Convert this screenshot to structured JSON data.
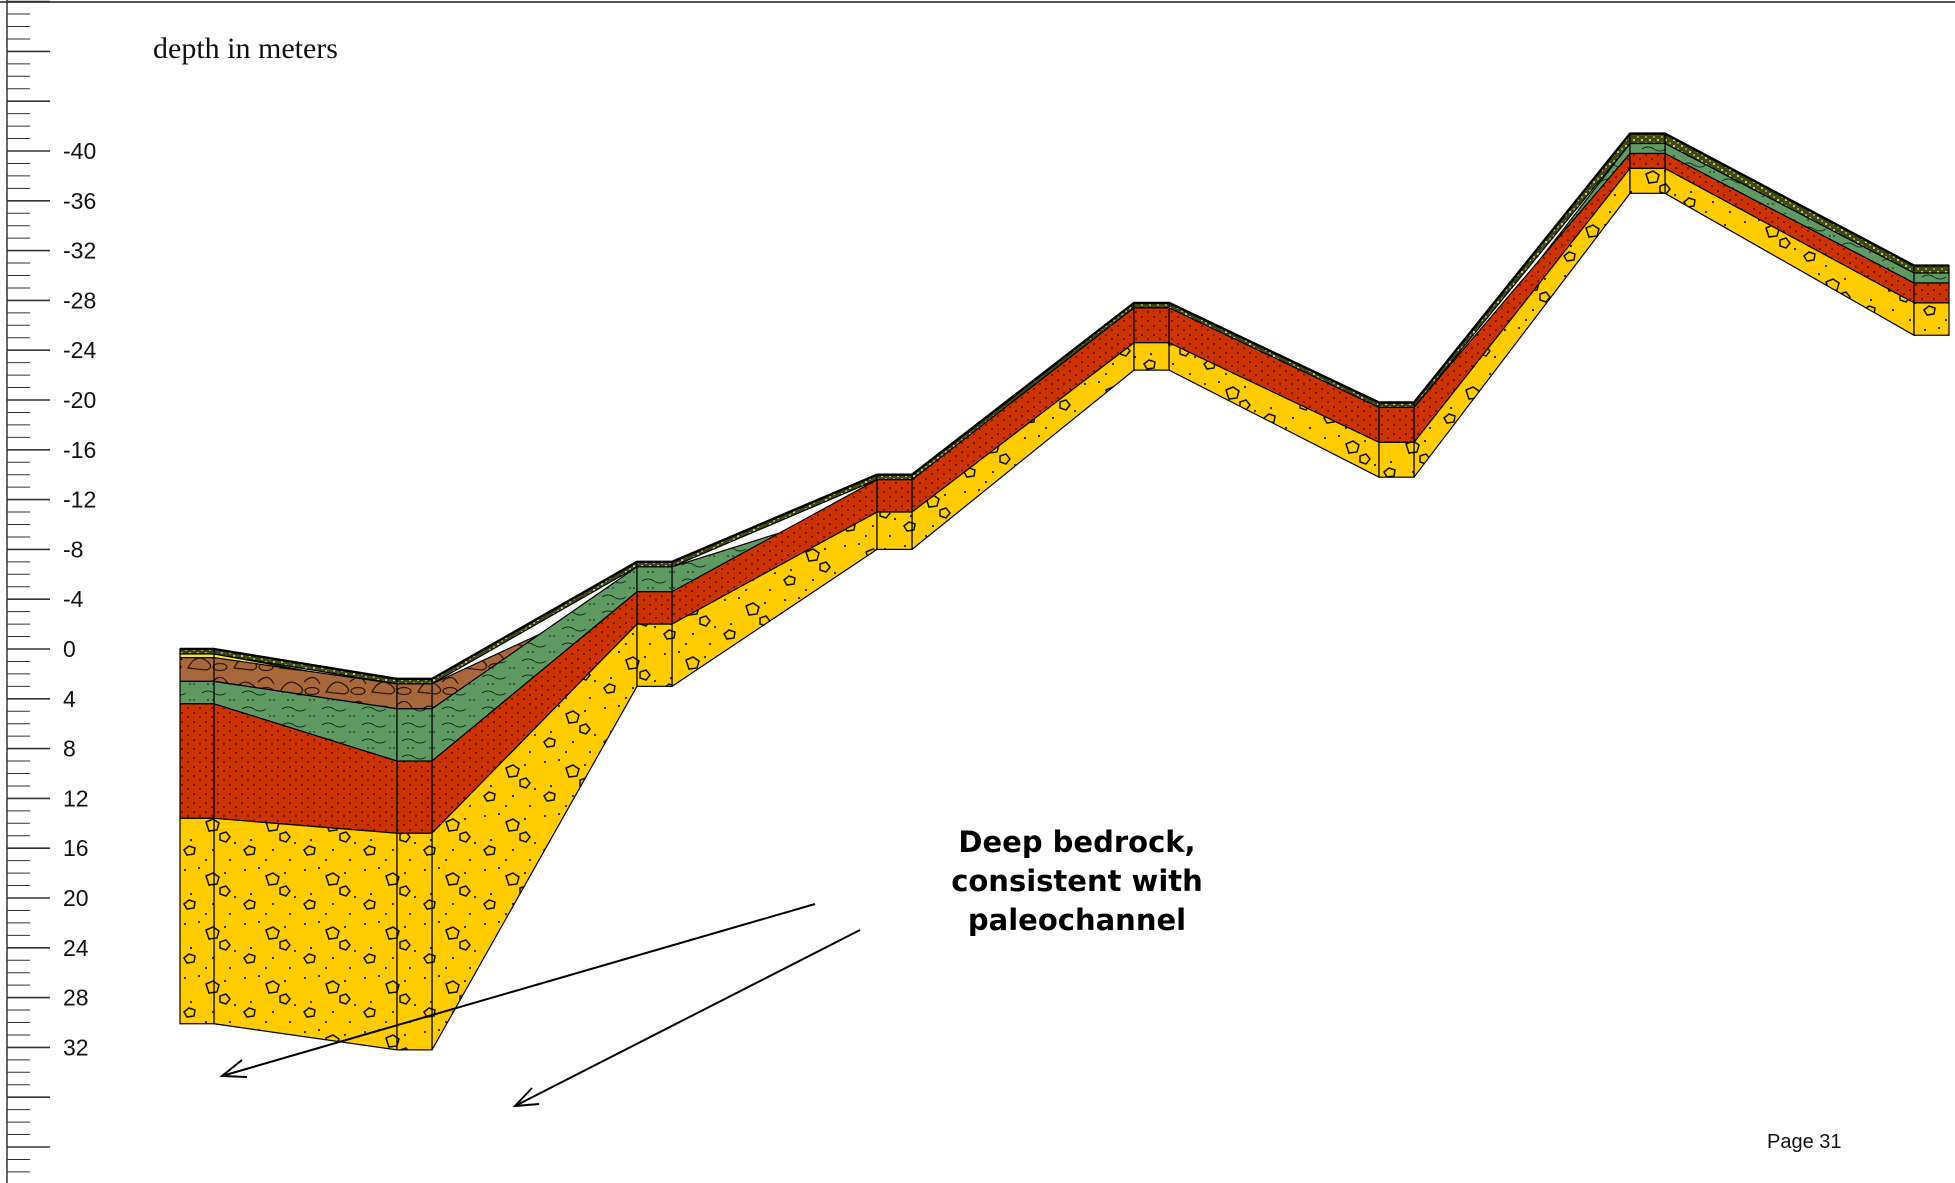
{
  "depth_axis": {
    "unit_label": "depth in meters",
    "ticks": [
      "-40",
      "-36",
      "-32",
      "-28",
      "-24",
      "-20",
      "-16",
      "-12",
      "-8",
      "-4",
      "0",
      "4",
      "8",
      "12",
      "16",
      "20",
      "24",
      "28",
      "32"
    ]
  },
  "callout": {
    "lines": [
      "Deep bedrock,",
      "consistent with",
      "paleochannel"
    ]
  },
  "page_label": "Page 31",
  "colors": {
    "surface": "#3d4a10",
    "soil": "#f3e640",
    "cobble": "#a8683b",
    "silt": "#5f9a62",
    "sand": "#cc3300",
    "bedrock": "#ffcc00",
    "outline": "#000000"
  },
  "boreholes": [
    {
      "top": 0.0,
      "layers": [
        [
          "surface",
          0.4
        ],
        [
          "soil",
          0.7
        ],
        [
          "cobble",
          2.6
        ],
        [
          "silt",
          4.4
        ],
        [
          "sand",
          13.6
        ],
        [
          "bedrock",
          30.1
        ]
      ]
    },
    {
      "top": 0.0,
      "layers": [
        [
          "surface",
          0.4
        ],
        [
          "soil",
          0.7
        ],
        [
          "cobble",
          2.6
        ],
        [
          "silt",
          4.4
        ],
        [
          "sand",
          13.6
        ],
        [
          "bedrock",
          30.1
        ]
      ]
    },
    {
      "top": 2.4,
      "layers": [
        [
          "surface",
          2.8
        ],
        [
          "cobble",
          4.8
        ],
        [
          "silt",
          9.0
        ],
        [
          "sand",
          14.8
        ],
        [
          "bedrock",
          32.2
        ]
      ]
    },
    {
      "top": 2.4,
      "layers": [
        [
          "surface",
          2.8
        ],
        [
          "cobble",
          4.8
        ],
        [
          "silt",
          9.0
        ],
        [
          "sand",
          14.8
        ],
        [
          "bedrock",
          32.2
        ]
      ]
    },
    {
      "top": -7.0,
      "layers": [
        [
          "surface",
          -6.6
        ],
        [
          "silt",
          -4.6
        ],
        [
          "sand",
          -2.0
        ],
        [
          "bedrock",
          3.0
        ]
      ]
    },
    {
      "top": -7.0,
      "layers": [
        [
          "surface",
          -6.6
        ],
        [
          "silt",
          -4.6
        ],
        [
          "sand",
          -2.0
        ],
        [
          "bedrock",
          3.0
        ]
      ]
    },
    {
      "top": -14.0,
      "layers": [
        [
          "surface",
          -13.6
        ],
        [
          "sand",
          -11.0
        ],
        [
          "bedrock",
          -8.0
        ]
      ]
    },
    {
      "top": -14.0,
      "layers": [
        [
          "surface",
          -13.6
        ],
        [
          "sand",
          -11.0
        ],
        [
          "bedrock",
          -8.0
        ]
      ]
    },
    {
      "top": -27.8,
      "layers": [
        [
          "surface",
          -27.4
        ],
        [
          "sand",
          -24.6
        ],
        [
          "bedrock",
          -22.4
        ]
      ]
    },
    {
      "top": -27.8,
      "layers": [
        [
          "surface",
          -27.4
        ],
        [
          "sand",
          -24.6
        ],
        [
          "bedrock",
          -22.4
        ]
      ]
    },
    {
      "top": -19.8,
      "layers": [
        [
          "surface",
          -19.4
        ],
        [
          "sand",
          -16.6
        ],
        [
          "bedrock",
          -13.8
        ]
      ]
    },
    {
      "top": -19.8,
      "layers": [
        [
          "surface",
          -19.4
        ],
        [
          "sand",
          -16.6
        ],
        [
          "bedrock",
          -13.8
        ]
      ]
    },
    {
      "top": -41.4,
      "layers": [
        [
          "surface",
          -40.6
        ],
        [
          "silt",
          -39.8
        ],
        [
          "sand",
          -38.6
        ],
        [
          "bedrock",
          -36.6
        ]
      ]
    },
    {
      "top": -41.4,
      "layers": [
        [
          "surface",
          -40.6
        ],
        [
          "silt",
          -39.8
        ],
        [
          "sand",
          -38.6
        ],
        [
          "bedrock",
          -36.6
        ]
      ]
    },
    {
      "top": -30.8,
      "layers": [
        [
          "surface",
          -30.2
        ],
        [
          "silt",
          -29.4
        ],
        [
          "sand",
          -27.8
        ],
        [
          "bedrock",
          -25.2
        ]
      ]
    }
  ]
}
